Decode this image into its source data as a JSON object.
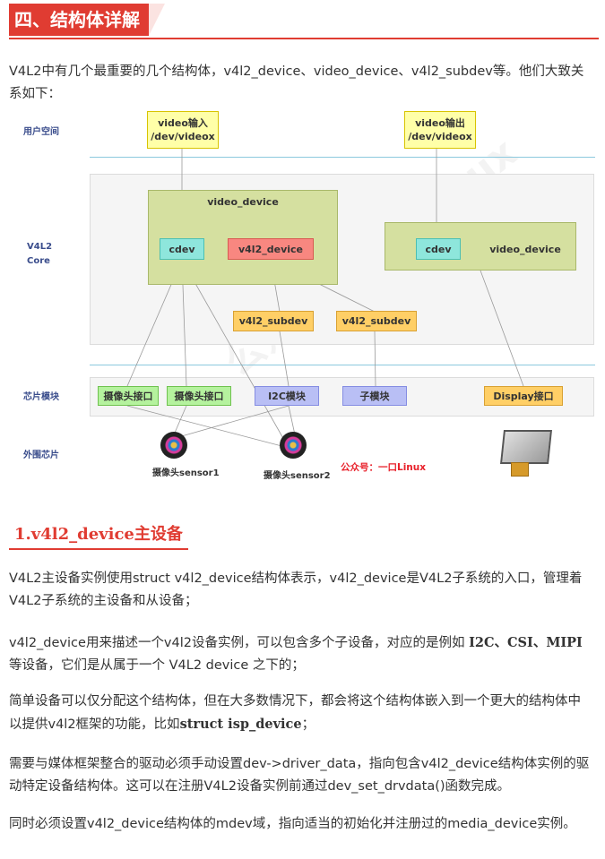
{
  "section_title": "四、结构体详解",
  "intro": "V4L2中有几个最重要的几个结构体，v4l2_device、video_device、v4l2_subdev等。他们大致关系如下：",
  "diagram": {
    "labels": {
      "user_space": "用户空间",
      "v4l2_core_1": "V4L2",
      "v4l2_core_2": "Core",
      "chip_module": "芯片模块",
      "external_chip": "外围芯片"
    },
    "video_in": [
      "video输入",
      "/dev/videox"
    ],
    "video_out": [
      "video输出",
      "/dev/videox"
    ],
    "video_device_title": "video_device",
    "cdev": "cdev",
    "v4l2_device": "v4l2_device",
    "video_device_right": "video_device",
    "subdev_1": "v4l2_subdev",
    "subdev_2": "v4l2_subdev",
    "chip_items": [
      "摄像头接口",
      "摄像头接口",
      "I2C模块",
      "子模块",
      "Display接口"
    ],
    "sensor_1": "摄像头sensor1",
    "sensor_2": "摄像头sensor2",
    "brand": "公众号：一口Linux",
    "watermark": "公众号：一口Linux"
  },
  "subsection_title": "1.v4l2_device主设备",
  "paragraphs": {
    "p1": "V4L2主设备实例使用struct v4l2_device结构体表示，v4l2_device是V4L2子系统的入口，管理着V4L2子系统的主设备和从设备；",
    "p2_a": "v4l2_device用来描述一个v4l2设备实例，可以包含多个子设备，对应的是例如 ",
    "p2_b": "I2C、CSI、MIPI",
    "p2_c": " 等设备，它们是从属于一个 V4L2 device 之下的；",
    "p3_a": "简单设备可以仅分配这个结构体，但在大多数情况下，都会将这个结构体嵌入到一个更大的结构体中以提供v4l2框架的功能，比如",
    "p3_b": "struct isp_device",
    "p3_c": "；",
    "p4": "需要与媒体框架整合的驱动必须手动设置dev->driver_data，指向包含v4l2_device结构体实例的驱动特定设备结构体。这可以在注册V4L2设备实例前通过dev_set_drvdata()函数完成。",
    "p5": "同时必须设置v4l2_device结构体的mdev域，指向适当的初始化并注册过的media_device实例。"
  },
  "colors": {
    "accent": "#e03c32",
    "brand_red": "#e8202a"
  }
}
